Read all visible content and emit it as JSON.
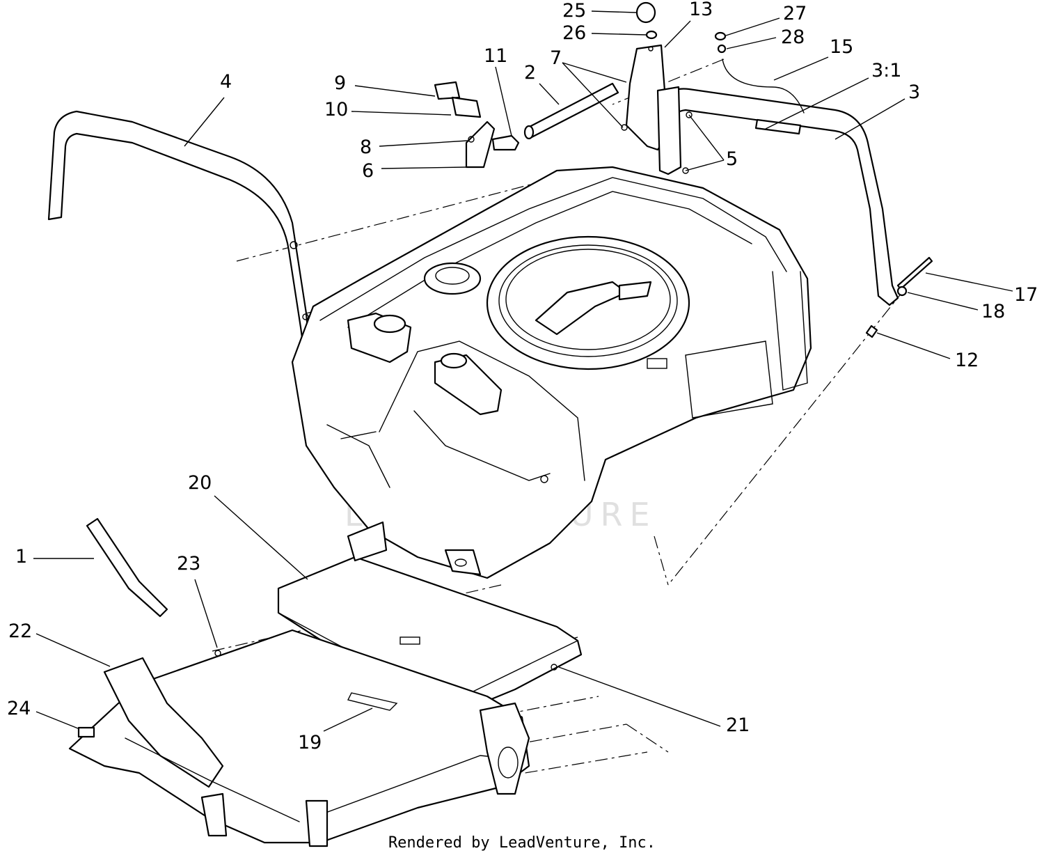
{
  "callouts": [
    {
      "id": "1",
      "label": "1"
    },
    {
      "id": "2",
      "label": "2"
    },
    {
      "id": "3",
      "label": "3"
    },
    {
      "id": "3:1",
      "label": "3:1"
    },
    {
      "id": "4",
      "label": "4"
    },
    {
      "id": "5",
      "label": "5"
    },
    {
      "id": "6",
      "label": "6"
    },
    {
      "id": "7",
      "label": "7"
    },
    {
      "id": "8",
      "label": "8"
    },
    {
      "id": "9",
      "label": "9"
    },
    {
      "id": "10",
      "label": "10"
    },
    {
      "id": "11",
      "label": "11"
    },
    {
      "id": "12",
      "label": "12"
    },
    {
      "id": "13",
      "label": "13"
    },
    {
      "id": "15",
      "label": "15"
    },
    {
      "id": "17",
      "label": "17"
    },
    {
      "id": "18",
      "label": "18"
    },
    {
      "id": "19",
      "label": "19"
    },
    {
      "id": "20",
      "label": "20"
    },
    {
      "id": "21",
      "label": "21"
    },
    {
      "id": "22",
      "label": "22"
    },
    {
      "id": "23",
      "label": "23"
    },
    {
      "id": "24",
      "label": "24"
    },
    {
      "id": "25",
      "label": "25"
    },
    {
      "id": "26",
      "label": "26"
    },
    {
      "id": "27",
      "label": "27"
    },
    {
      "id": "28",
      "label": "28"
    }
  ],
  "watermark": "LEADVENTURE",
  "footer": "Rendered by LeadVenture, Inc."
}
